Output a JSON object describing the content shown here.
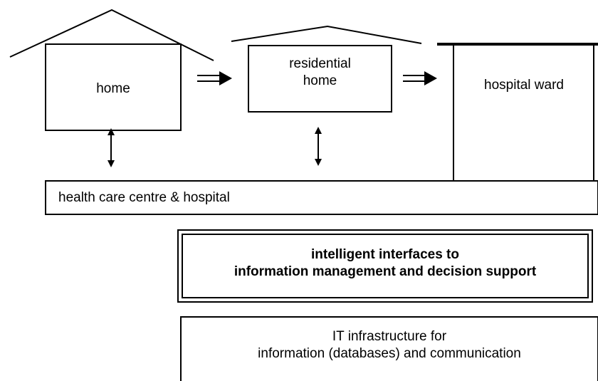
{
  "diagram": {
    "home_label": "home",
    "residential_label": "residential\nhome",
    "ward_label": "hospital ward",
    "health_centre_label": "health care centre & hospital",
    "interfaces_label": "intelligent interfaces to\ninformation management and decision support",
    "infrastructure_label": "IT infrastructure for\ninformation (databases) and communication"
  }
}
